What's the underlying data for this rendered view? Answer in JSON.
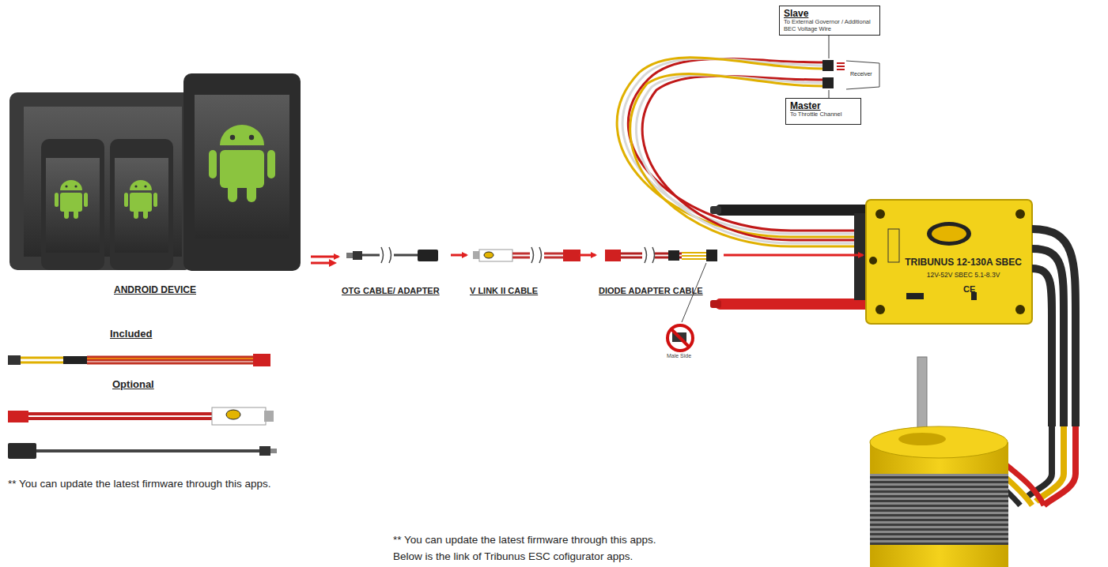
{
  "diagram": {
    "nodes": [
      {
        "text": [
          "Slave",
          "To External Governor / Additional BEC Voltage Wire"
        ]
      },
      {
        "text": [
          "Master",
          "To Throttle Channel"
        ]
      },
      {
        "text": [
          "TRIBUNUS 12-130A SBEC",
          "12V-52V SBEC 5.1-8.3V"
        ]
      },
      {
        "text": [
          "ANDROID DEVICE"
        ]
      },
      {
        "text": [
          "OTG CABLE/ ADAPTER"
        ]
      },
      {
        "text": [
          "V LINK II CABLE"
        ]
      },
      {
        "text": [
          "DIODE ADAPTER CABLE"
        ]
      }
    ],
    "edges": [
      {
        "from": 3,
        "to": 4,
        "arrow": "to"
      },
      {
        "from": 4,
        "to": 5,
        "arrow": "to"
      },
      {
        "from": 5,
        "to": 6,
        "arrow": "to"
      },
      {
        "from": 6,
        "to": 2,
        "arrow": "to"
      }
    ],
    "labels": [
      "Receiver",
      "Male Side",
      "Included",
      "Optional",
      "** You can update the latest firmware through this apps.",
      "** You can update the latest firmware through this apps.",
      "Below is the link of Tribunus ESC cofigurator apps.",
      "CE"
    ]
  }
}
